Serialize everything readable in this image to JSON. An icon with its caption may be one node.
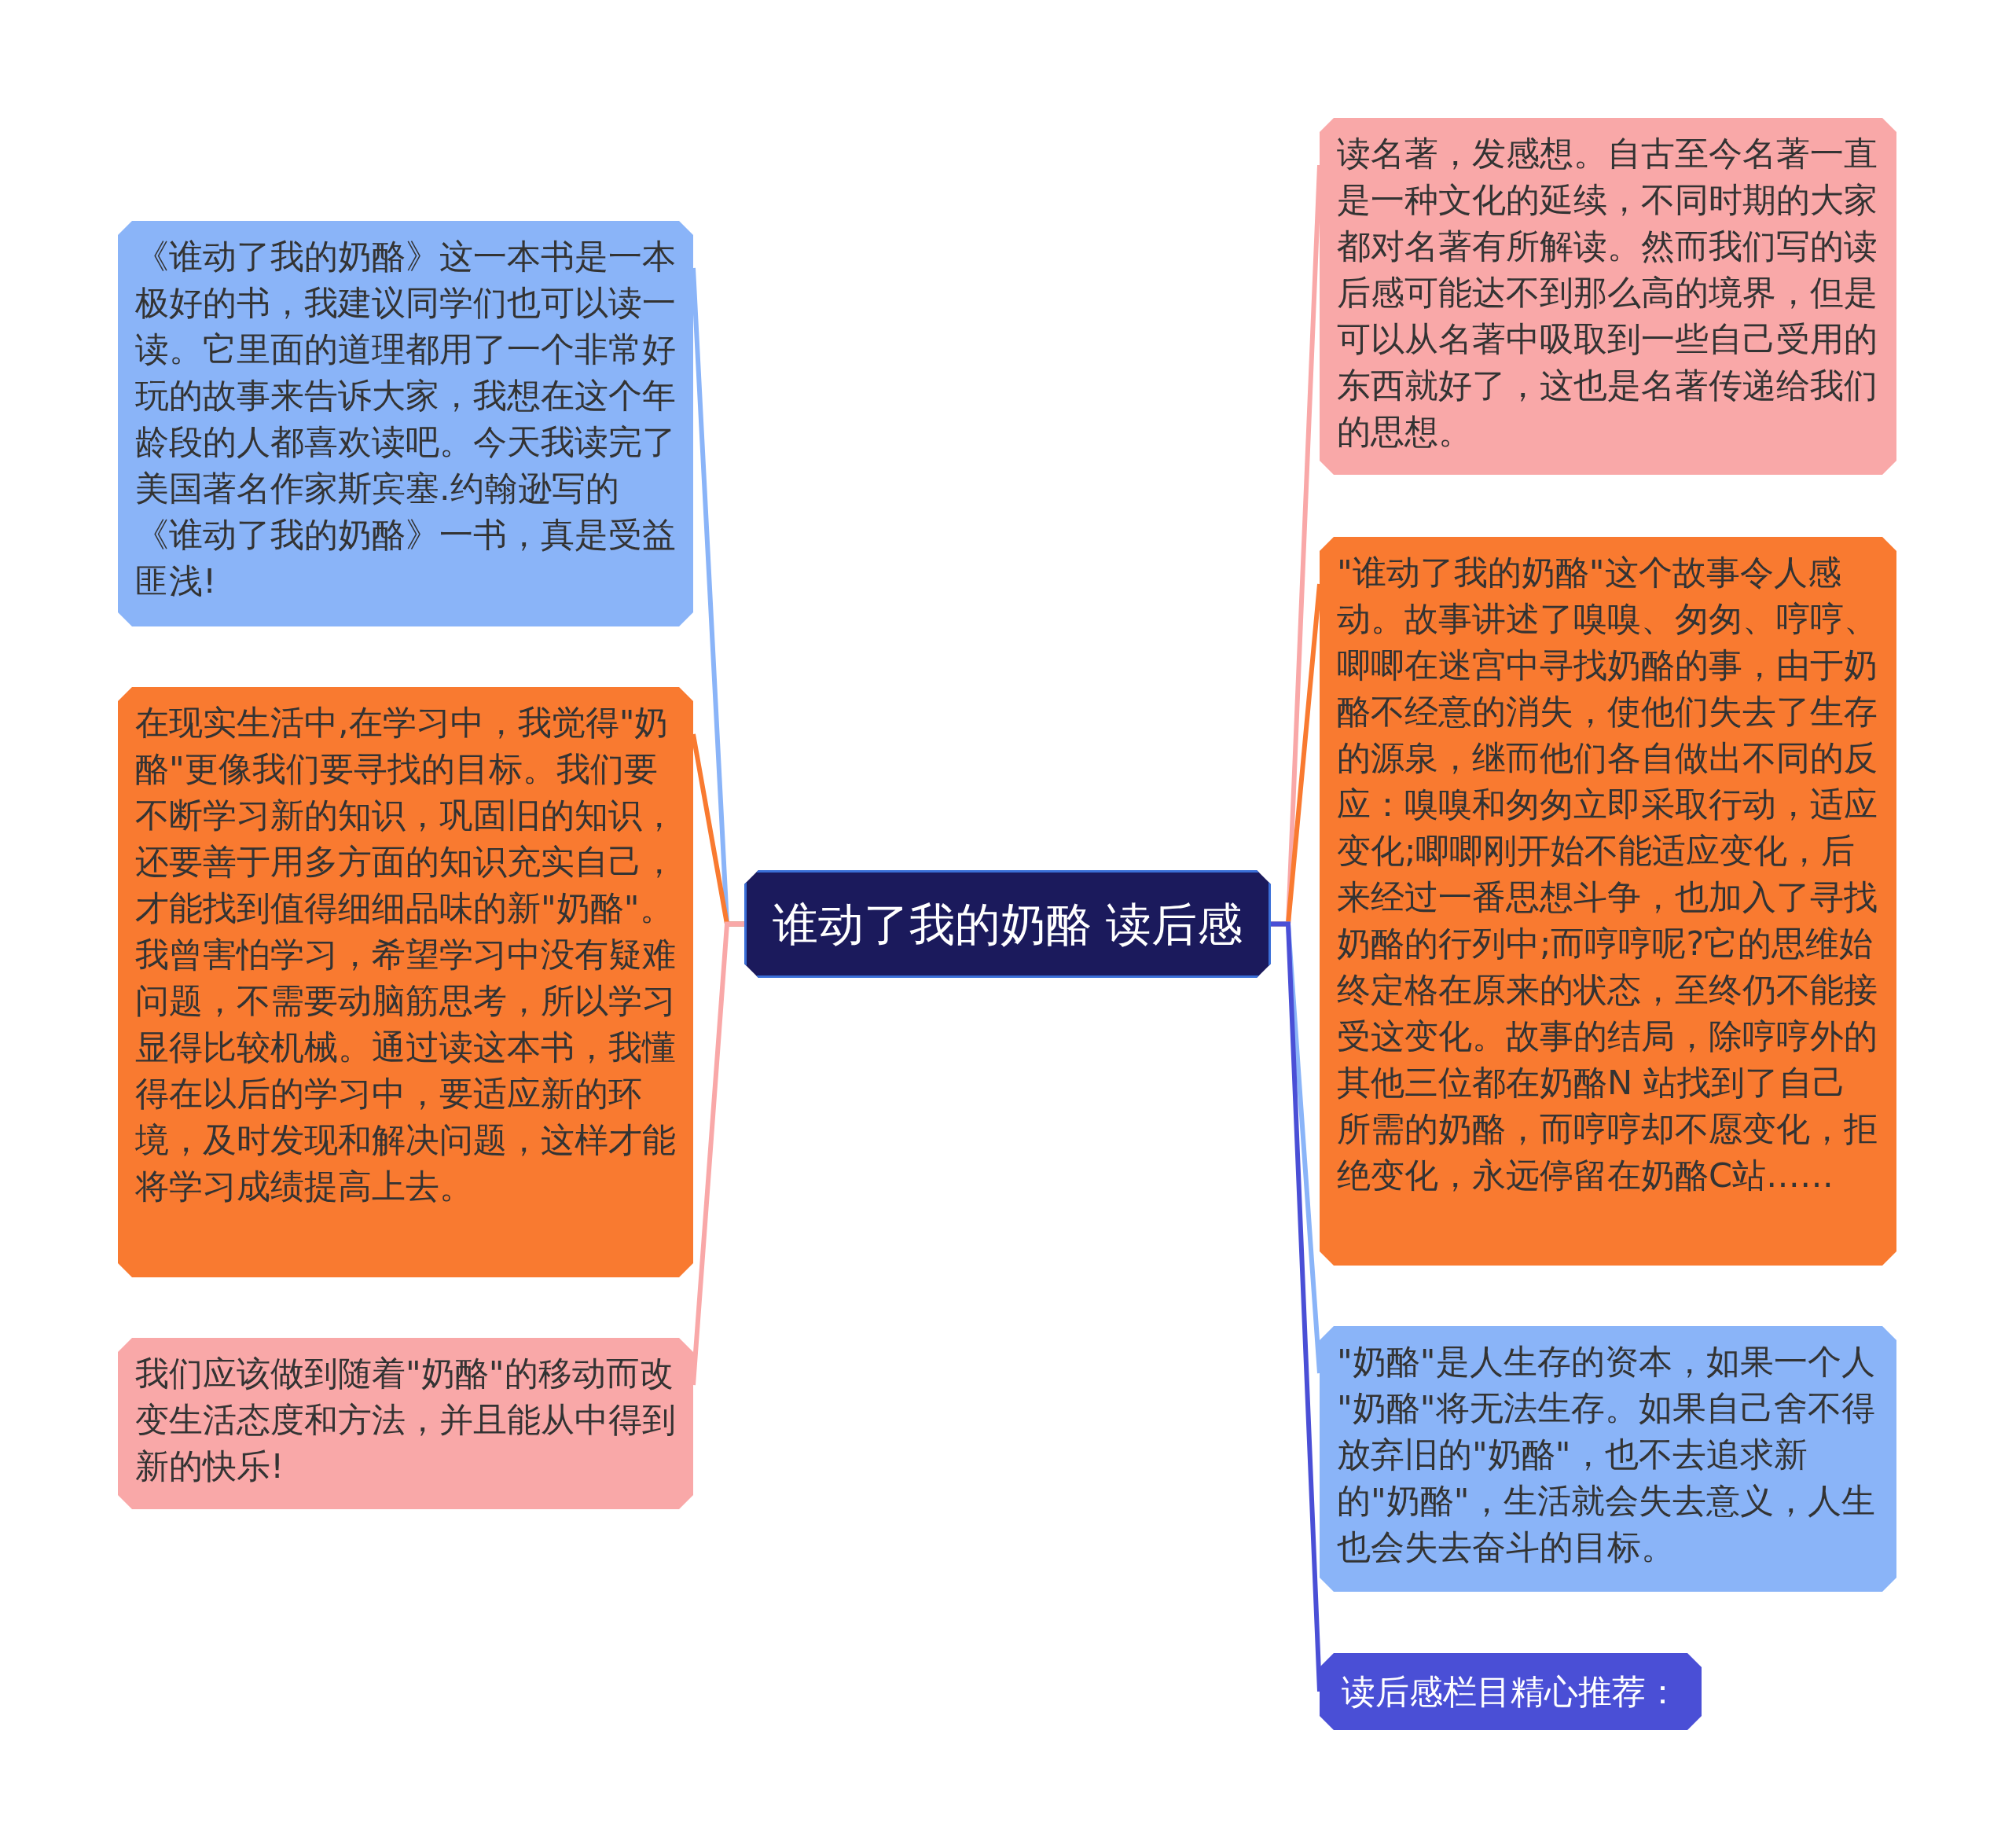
{
  "diagram": {
    "nodes": [
      {
        "text": [
          "谁动了我的奶酪 读后感"
        ]
      },
      {
        "text": [
          "《谁动了我的奶酪》这一本书是一本极好的书，我建议同学们也可以读一读。它里面的道理都用了一个非常好玩的故事来告诉大家，我想在这个年龄段的人都喜欢读吧。今天我读完了美国著名作家斯宾塞.约翰逊写的《谁动了我的奶酪》一书，真是受益匪浅!"
        ]
      },
      {
        "text": [
          "在现实生活中,在学习中，我觉得\"奶酪\"更像我们要寻找的目标。我们要不断学习新的知识，巩固旧的知识，还要善于用多方面的知识充实自己，才能找到值得细细品味的新\"奶酪\"。我曾害怕学习，希望学习中没有疑难问题，不需要动脑筋思考，所以学习显得比较机械。通过读这本书，我懂得在以后的学习中，要适应新的环境，及时发现和解决问题，这样才能将学习成绩提高上去。"
        ]
      },
      {
        "text": [
          "我们应该做到随着\"奶酪\"的移动而改变生活态度和方法，并且能从中得到新的快乐!"
        ]
      },
      {
        "text": [
          "读名著，发感想。自古至今名著一直是一种文化的延续，不同时期的大家都对名著有所解读。然而我们写的读后感可能达不到那么高的境界，但是可以从名著中吸取到一些自己受用的东西就好了，这也是名著传递给我们的思想。"
        ]
      },
      {
        "text": [
          "\"谁动了我的奶酪\"这个故事令人感动。故事讲述了嗅嗅、匆匆、哼哼、唧唧在迷宫中寻找奶酪的事，由于奶酪不经意的消失，使他们失去了生存的源泉，继而他们各自做出不同的反应：嗅嗅和匆匆立即采取行动，适应变化;唧唧刚开始不能适应变化，后来经过一番思想斗争，也加入了寻找奶酪的行列中;而哼哼呢?它的思维始终定格在原来的状态，至终仍不能接受这变化。故事的结局，除哼哼外的其他三位都在奶酪N 站找到了自己所需的奶酪，而哼哼却不愿变化，拒绝变化，永远停留在奶酪C站……"
        ]
      },
      {
        "text": [
          "\"奶酪\"是人生存的资本，如果一个人 \"奶酪\"将无法生存。如果自己舍不得放弃旧的\"奶酪\"，也不去追求新的\"奶酪\"，生活就会失去意义，人生也会失去奋斗的目标。"
        ]
      },
      {
        "text": [
          "读后感栏目精心推荐："
        ]
      }
    ],
    "edges": [
      {
        "from": 0,
        "to": 1,
        "arrow": "none",
        "color": "#8ab4f8"
      },
      {
        "from": 0,
        "to": 2,
        "arrow": "none",
        "color": "#f97a30"
      },
      {
        "from": 0,
        "to": 3,
        "arrow": "none",
        "color": "#f9a8a8"
      },
      {
        "from": 0,
        "to": 4,
        "arrow": "none",
        "color": "#f9a8a8"
      },
      {
        "from": 0,
        "to": 5,
        "arrow": "none",
        "color": "#f97a30"
      },
      {
        "from": 0,
        "to": 6,
        "arrow": "none",
        "color": "#8ab4f8"
      },
      {
        "from": 0,
        "to": 7,
        "arrow": "none",
        "color": "#4a4fd6"
      }
    ]
  }
}
